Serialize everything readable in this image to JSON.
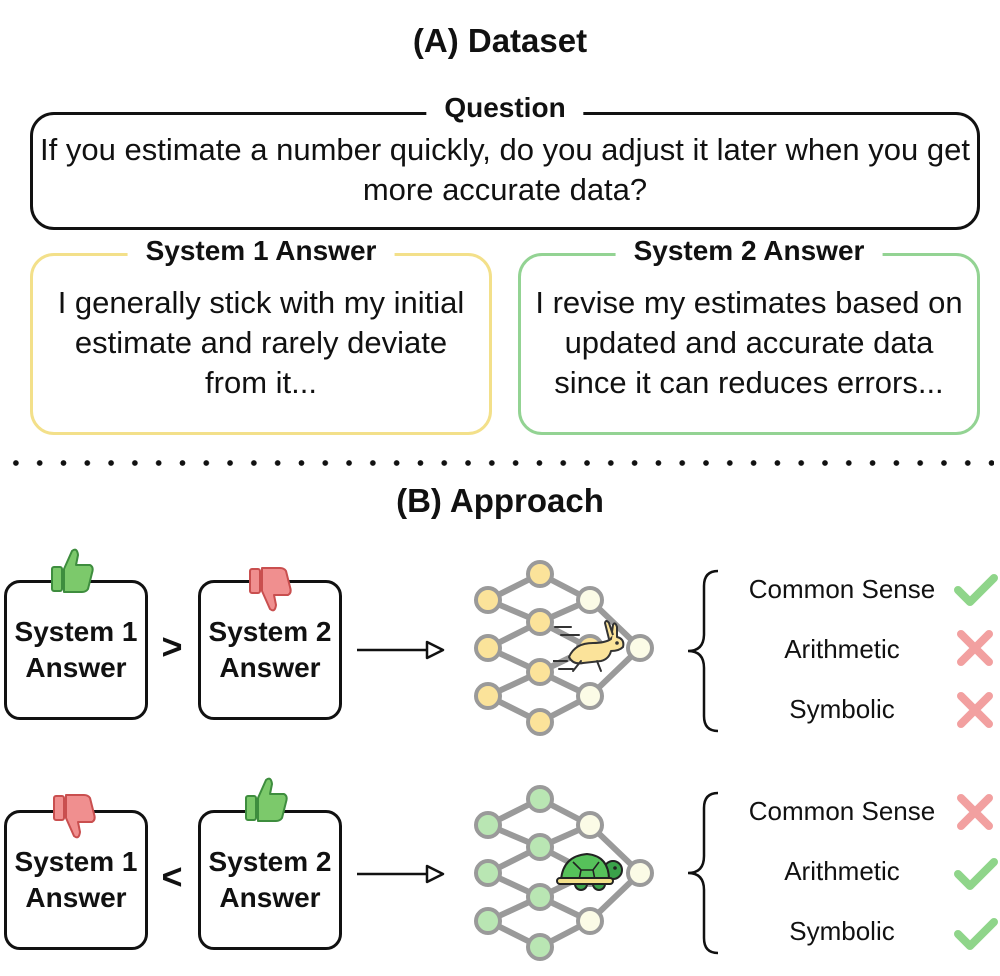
{
  "dataset": {
    "title": "(A) Dataset",
    "question": {
      "label": "Question",
      "text": "If you estimate a number quickly, do you adjust it later when you get more accurate data?"
    },
    "system1": {
      "label": "System 1 Answer",
      "text": "I generally stick with my initial estimate and rarely deviate from it..."
    },
    "system2": {
      "label": "System 2 Answer",
      "text": "I revise my estimates based on updated and accurate data since it can reduces errors..."
    }
  },
  "approach": {
    "title": "(B) Approach",
    "rows": [
      {
        "left": {
          "line1": "System 1",
          "line2": "Answer",
          "thumb": "thumbs-up"
        },
        "comparator": ">",
        "right": {
          "line1": "System 2",
          "line2": "Answer",
          "thumb": "thumbs-down"
        },
        "model_icon": "rabbit",
        "results": [
          {
            "label": "Common Sense",
            "mark": "check"
          },
          {
            "label": "Arithmetic",
            "mark": "cross"
          },
          {
            "label": "Symbolic",
            "mark": "cross"
          }
        ]
      },
      {
        "left": {
          "line1": "System 1",
          "line2": "Answer",
          "thumb": "thumbs-down"
        },
        "comparator": "<",
        "right": {
          "line1": "System 2",
          "line2": "Answer",
          "thumb": "thumbs-up"
        },
        "model_icon": "turtle",
        "results": [
          {
            "label": "Common Sense",
            "mark": "cross"
          },
          {
            "label": "Arithmetic",
            "mark": "check"
          },
          {
            "label": "Symbolic",
            "mark": "check"
          }
        ]
      }
    ]
  },
  "colors": {
    "system1_border": "#f3e08a",
    "system2_border": "#93d393",
    "yellow_node": "#fbe39a",
    "green_node": "#b9e6b3",
    "light_node": "#fbfbe6",
    "node_stroke": "#9a9a9a",
    "check": "#8fd58a",
    "cross": "#f2a0a0",
    "thumb_up": "#7cc96b",
    "thumb_down": "#f08f8f"
  }
}
